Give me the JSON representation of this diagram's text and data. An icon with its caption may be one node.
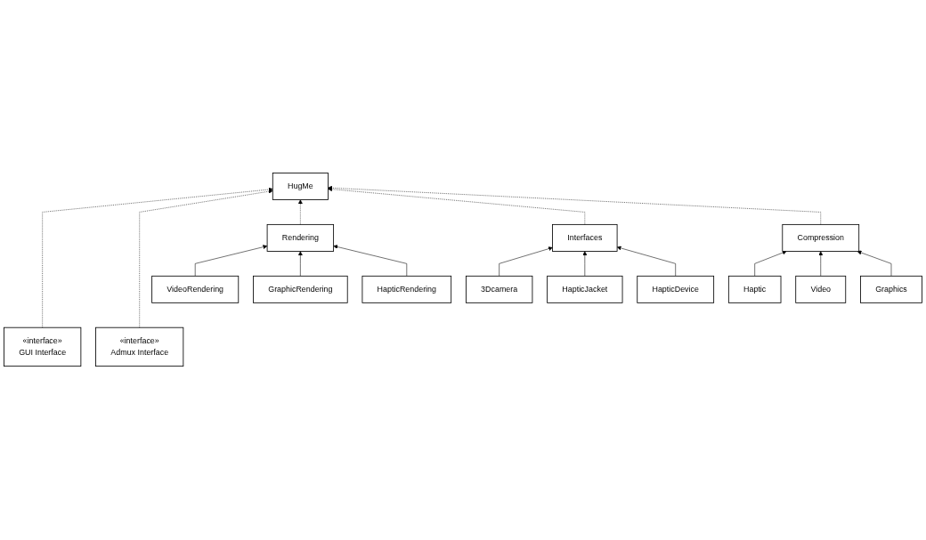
{
  "diagram": {
    "nodes": [
      {
        "text": [
          "VideoRendering"
        ]
      },
      {
        "text": [
          "«interface»",
          "GUI Interface"
        ]
      },
      {
        "text": [
          "GraphicRendering"
        ]
      },
      {
        "text": [
          "Rendering"
        ]
      },
      {
        "text": [
          "«interface»",
          "Admux Interface"
        ]
      },
      {
        "text": [
          "HapticRendering"
        ]
      },
      {
        "text": [
          "HugMe"
        ]
      },
      {
        "text": [
          "Interfaces"
        ]
      },
      {
        "text": [
          "Compression"
        ]
      },
      {
        "text": [
          "3Dcamera"
        ]
      },
      {
        "text": [
          "HapticJacket"
        ]
      },
      {
        "text": [
          "HapticDevice"
        ]
      },
      {
        "text": [
          "Haptic"
        ]
      },
      {
        "text": [
          "Video"
        ]
      },
      {
        "text": [
          "Graphics"
        ]
      }
    ],
    "edges": [
      {
        "from": 1,
        "to": 6,
        "arrow": "to",
        "style": "dashed"
      },
      {
        "from": 4,
        "to": 6,
        "arrow": "to",
        "style": "dashed"
      },
      {
        "from": 3,
        "to": 6,
        "arrow": "to",
        "style": "dashed"
      },
      {
        "from": 7,
        "to": 6,
        "arrow": "to",
        "style": "dashed"
      },
      {
        "from": 8,
        "to": 6,
        "arrow": "to",
        "style": "dashed"
      },
      {
        "from": 0,
        "to": 3,
        "arrow": "to"
      },
      {
        "from": 2,
        "to": 3,
        "arrow": "to"
      },
      {
        "from": 5,
        "to": 3,
        "arrow": "to"
      },
      {
        "from": 9,
        "to": 7,
        "arrow": "to"
      },
      {
        "from": 10,
        "to": 7,
        "arrow": "to"
      },
      {
        "from": 11,
        "to": 7,
        "arrow": "to"
      },
      {
        "from": 12,
        "to": 8,
        "arrow": "to"
      },
      {
        "from": 13,
        "to": 8,
        "arrow": "to"
      },
      {
        "from": 14,
        "to": 8,
        "arrow": "to"
      }
    ]
  }
}
